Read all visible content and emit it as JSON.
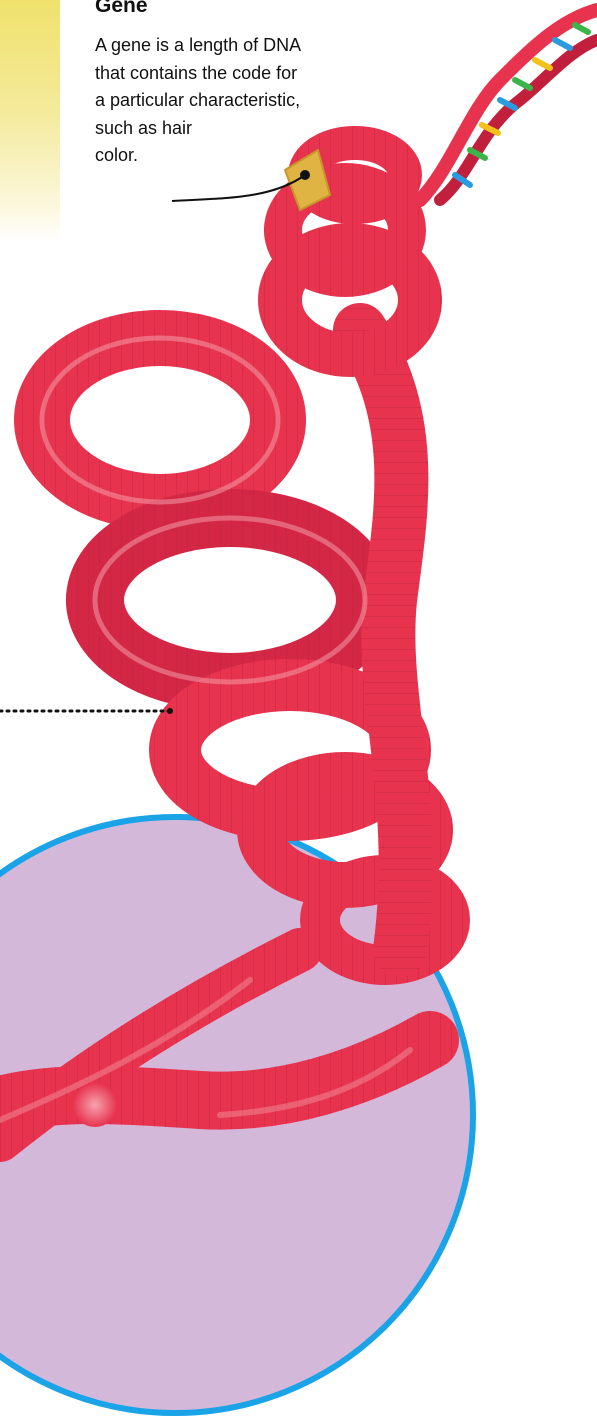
{
  "gene": {
    "title": "Gene",
    "lines": [
      "A gene is a length of DNA",
      "that contains the code for",
      "a particular characteristic,",
      "such as hair",
      "color."
    ]
  },
  "colors": {
    "chromatin": "#e8334f",
    "chromatin_dark": "#c11f3c",
    "nucleus_fill": "#d4b8da",
    "nucleus_edge": "#1aa3e6",
    "gene_band": "#e0b443",
    "panel": "#f0e16c"
  }
}
